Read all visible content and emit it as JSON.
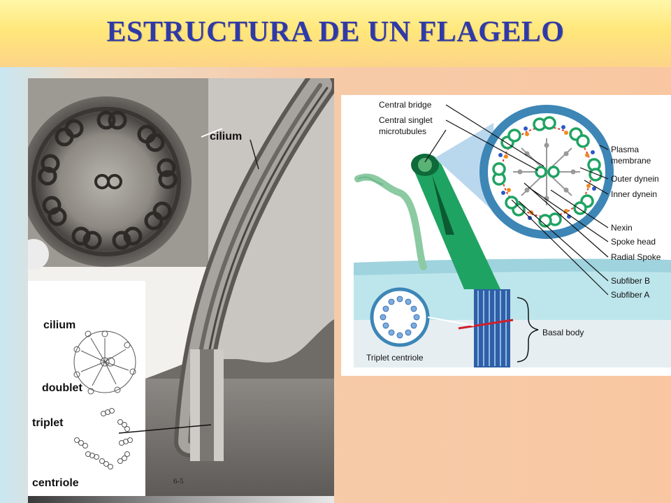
{
  "title": "ESTRUCTURA DE UN FLAGELO",
  "left_figure": {
    "cilium_label": "cilium",
    "diagram_labels": {
      "cilium": "cilium",
      "doublet": "doublet",
      "triplet": "triplet",
      "centriole": "centriole"
    },
    "plate_number": "6-5"
  },
  "right_figure": {
    "labels": {
      "central_bridge": "Central bridge",
      "central_singlet_1": "Central singlet",
      "central_singlet_2": "microtubules",
      "plasma_membrane_1": "Plasma",
      "plasma_membrane_2": "membrane",
      "outer_dynein": "Outer dynein",
      "inner_dynein": "Inner dynein",
      "nexin": "Nexin",
      "spoke_head": "Spoke head",
      "radial_spoke": "Radial Spoke",
      "subfiber_b": "Subfiber B",
      "subfiber_a": "Subfiber A",
      "basal_body": "Basal body",
      "triplet_centriole": "Triplet centriole"
    }
  },
  "colors": {
    "title": "#2f3aa8",
    "flagellum_green": "#1fa362",
    "membrane_blue": "#3d86b6",
    "cytoplasm": "#bde6ec"
  }
}
